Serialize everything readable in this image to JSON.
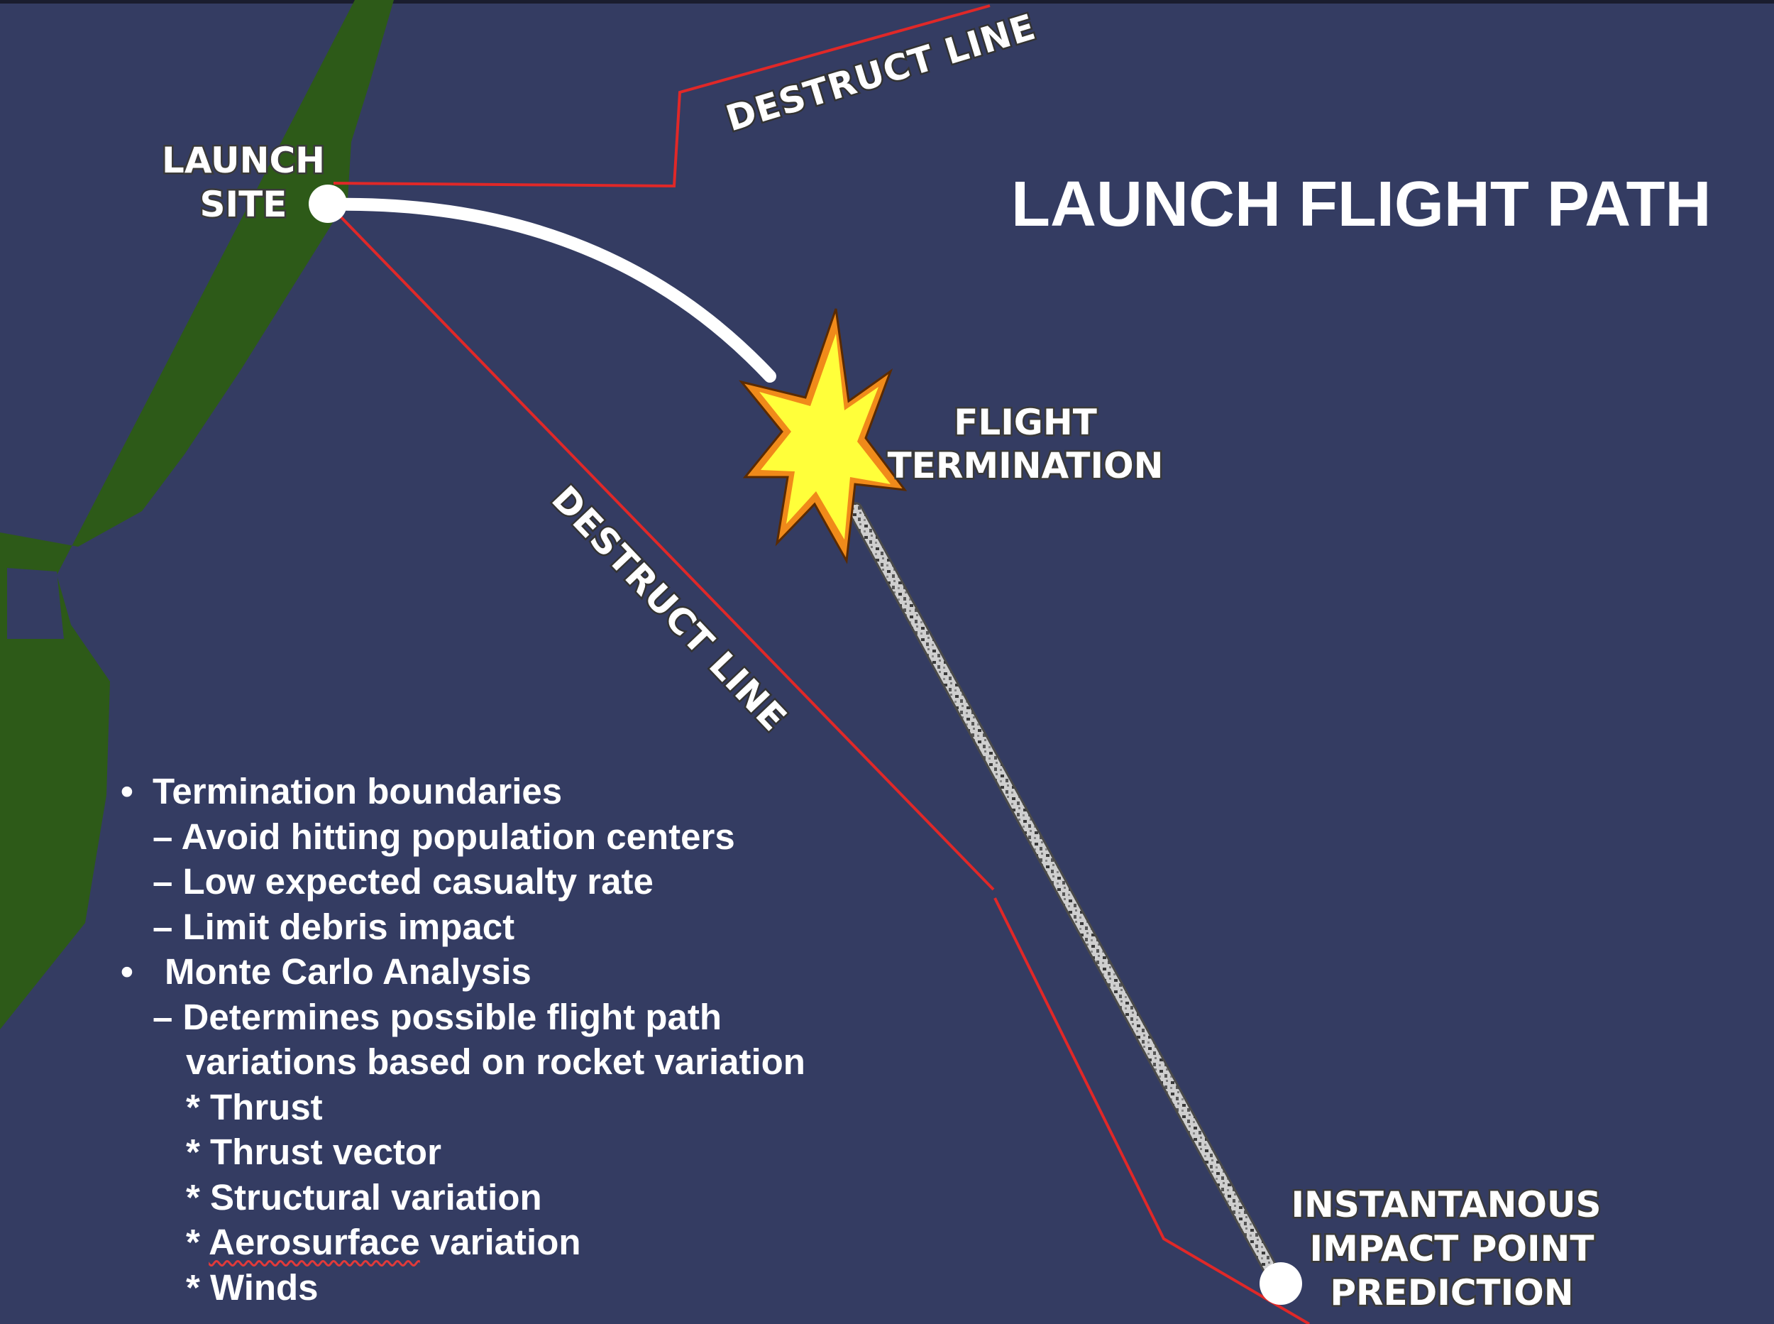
{
  "title": "LAUNCH FLIGHT PATH",
  "labels": {
    "launch_site_line1": "LAUNCH",
    "launch_site_line2": "SITE",
    "flight_termination_line1": "FLIGHT",
    "flight_termination_line2": "TERMINATION",
    "impact_line1": "INSTANTANOUS",
    "impact_line2": "IMPACT POINT",
    "impact_line3": "PREDICTION",
    "destruct_line_top": "DESTRUCT LINE",
    "destruct_line_diag": "DESTRUCT LINE"
  },
  "colors": {
    "background": "#343c62",
    "land": "#2d5a18",
    "destruct_line": "#e02828",
    "flight_path": "#ffffff",
    "explosion_fill": "#ffff3a",
    "explosion_outline": "#f08a1a"
  },
  "bullets": {
    "b1": "Termination boundaries",
    "b1_1": "– Avoid hitting population centers",
    "b1_2": "– Low expected casualty rate",
    "b1_3": "– Limit debris impact",
    "b2": "Monte Carlo Analysis",
    "b2_1": "– Determines possible flight path",
    "b2_1b": "variations based on rocket variation",
    "s1": "* Thrust",
    "s2": "* Thrust vector",
    "s3": "* Structural variation",
    "s4_star": "* ",
    "s4_word": "Aerosurface",
    "s4_rest": " variation",
    "s5": "* Winds"
  },
  "icons": {
    "bullet": "•",
    "explosion": "explosion-icon"
  }
}
